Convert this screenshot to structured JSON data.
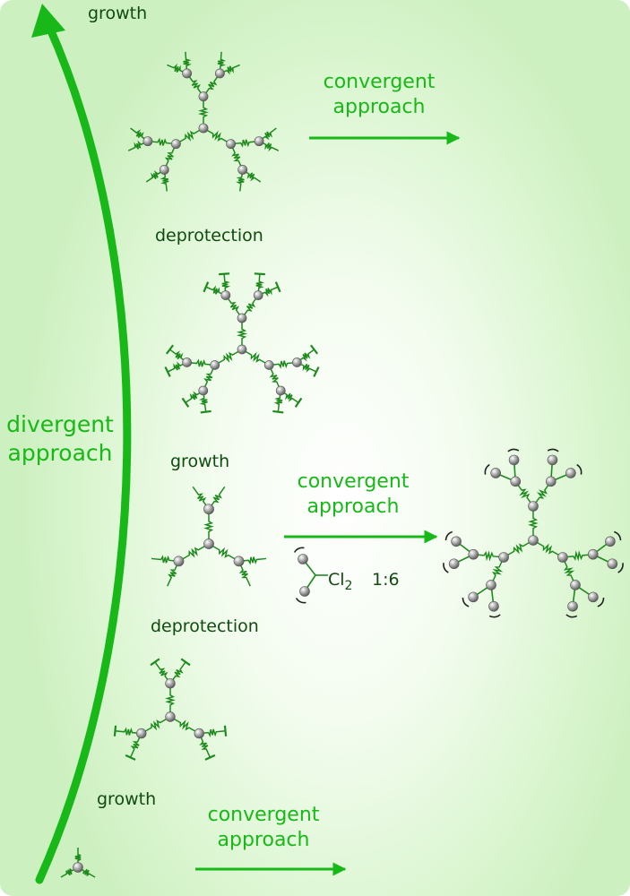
{
  "labels": {
    "growth_top": "growth",
    "deprotection_1": "deprotection",
    "growth_mid": "growth",
    "deprotection_2": "deprotection",
    "growth_bottom": "growth",
    "convergent_top_1": "convergent",
    "convergent_top_2": "approach",
    "convergent_mid_1": "convergent",
    "convergent_mid_2": "approach",
    "convergent_bottom_1": "convergent",
    "convergent_bottom_2": "approach",
    "divergent_1": "divergent",
    "divergent_2": "approach",
    "reagent_cl": "Cl",
    "reagent_sub": "2",
    "ratio": "1:6"
  },
  "colors": {
    "accent_green": "#18b818",
    "dark_green_text": "#114a11",
    "bond_green": "#1e8a1e",
    "atom_gray": "#9a9a9a"
  }
}
